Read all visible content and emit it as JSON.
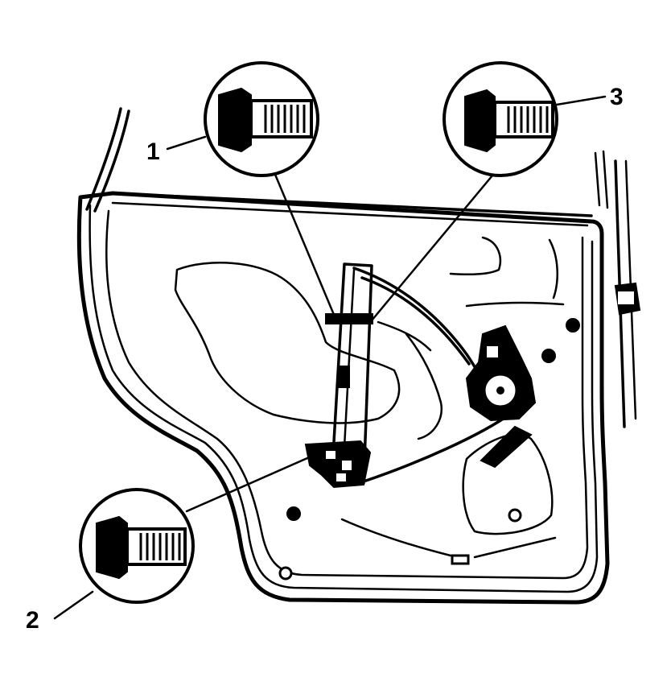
{
  "callouts": [
    {
      "number": "1",
      "part": "bolt-icon"
    },
    {
      "number": "2",
      "part": "bolt-icon"
    },
    {
      "number": "3",
      "part": "bolt-icon"
    }
  ],
  "colors": {
    "line": "#000000",
    "background": "#ffffff"
  }
}
